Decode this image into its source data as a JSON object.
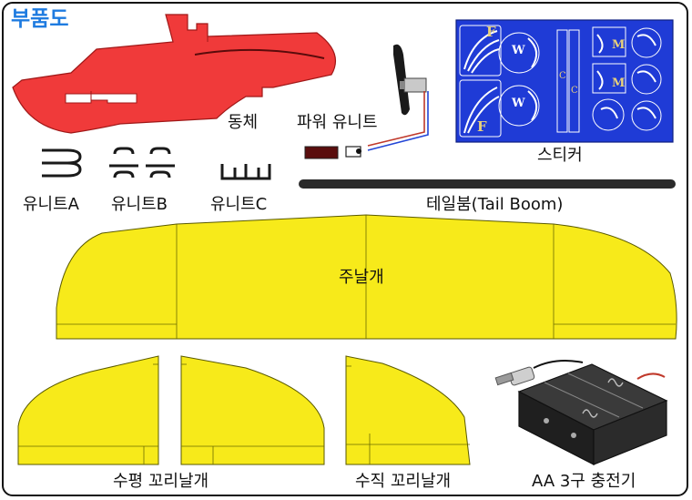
{
  "title": "부품도",
  "parts": {
    "body": "동체",
    "power_unit": "파워 유니트",
    "sticker": "스티커",
    "unit_a": "유니트A",
    "unit_b": "유니트B",
    "unit_c": "유니트C",
    "tail_boom": "테일붐(Tail Boom)",
    "main_wing": "주날개",
    "h_tail": "수평 꼬리날개",
    "v_tail": "수직 꼬리날개",
    "battery_holder": "AA 3구 충전기"
  },
  "sticker_letters": {
    "f": "F",
    "w": "W",
    "m": "M",
    "c": "C"
  },
  "colors": {
    "body_red": "#f03a3a",
    "wing_yellow": "#f7ea1a",
    "sticker_blue": "#1f3bd6",
    "title_blue": "#1e7be0"
  }
}
